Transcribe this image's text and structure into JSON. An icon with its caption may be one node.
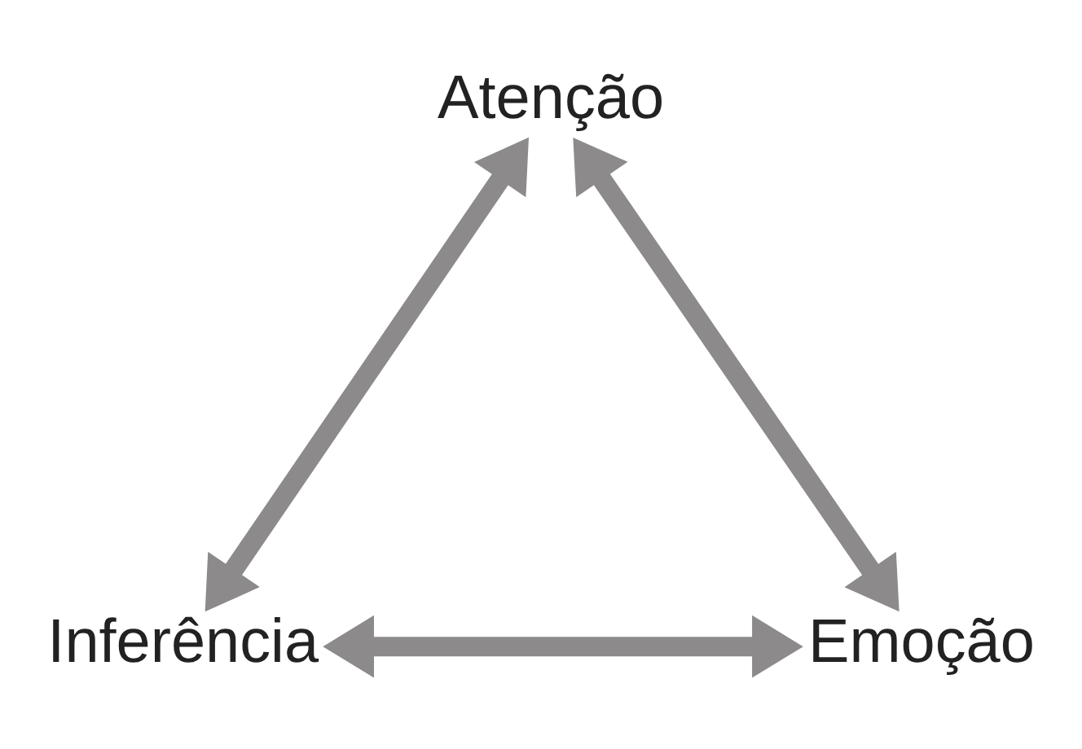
{
  "diagram": {
    "nodes": [
      {
        "text": [
          "Atenção"
        ]
      },
      {
        "text": [
          "Inferência"
        ]
      },
      {
        "text": [
          "Emoção"
        ]
      }
    ],
    "edges": [
      {
        "from": 0,
        "to": 1,
        "arrow": "both"
      },
      {
        "from": 0,
        "to": 2,
        "arrow": "both"
      },
      {
        "from": 1,
        "to": 2,
        "arrow": "both"
      }
    ]
  }
}
